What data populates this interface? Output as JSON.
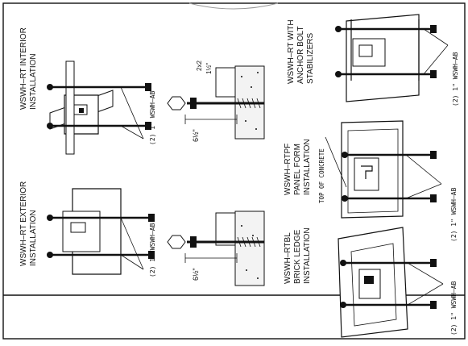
{
  "diagram": {
    "labels": {
      "interior_title_1": "WSWH–RT INTERIOR",
      "interior_title_2": "INSTALLATION",
      "exterior_title_1": "WSWH–RT EXTERIOR",
      "exterior_title_2": "INSTALLATION",
      "stabilizer_title_1": "WSWH–RT WITH",
      "stabilizer_title_2": "ANCHOR BOLT",
      "stabilizer_title_3": "STABILIZERS",
      "panel_title_1": "WSWH–RTPF",
      "panel_title_2": "PANEL FORM",
      "panel_title_3": "INSTALLATION",
      "panel_top_concrete": "TOP OF CONCRETE",
      "brick_title_1": "WSWH–RTBL",
      "brick_title_2": "BRICK LEDGE",
      "brick_title_3": "INSTALLATION",
      "anchor_interior": "(2) 1\" WSWH–AB",
      "anchor_exterior": "(2) 1\" WSWH–AB",
      "anchor_stabilizer": "(2) 1\" WSWH–AB",
      "anchor_panel": "(2) 1\" WSWH–AB",
      "anchor_brick": "(2) 1\" WSWH–AB",
      "dim_2x2": "2x2",
      "dim_1half": "1½\"",
      "dim_6half_a": "6½\"",
      "dim_6half_b": "6½\""
    }
  }
}
